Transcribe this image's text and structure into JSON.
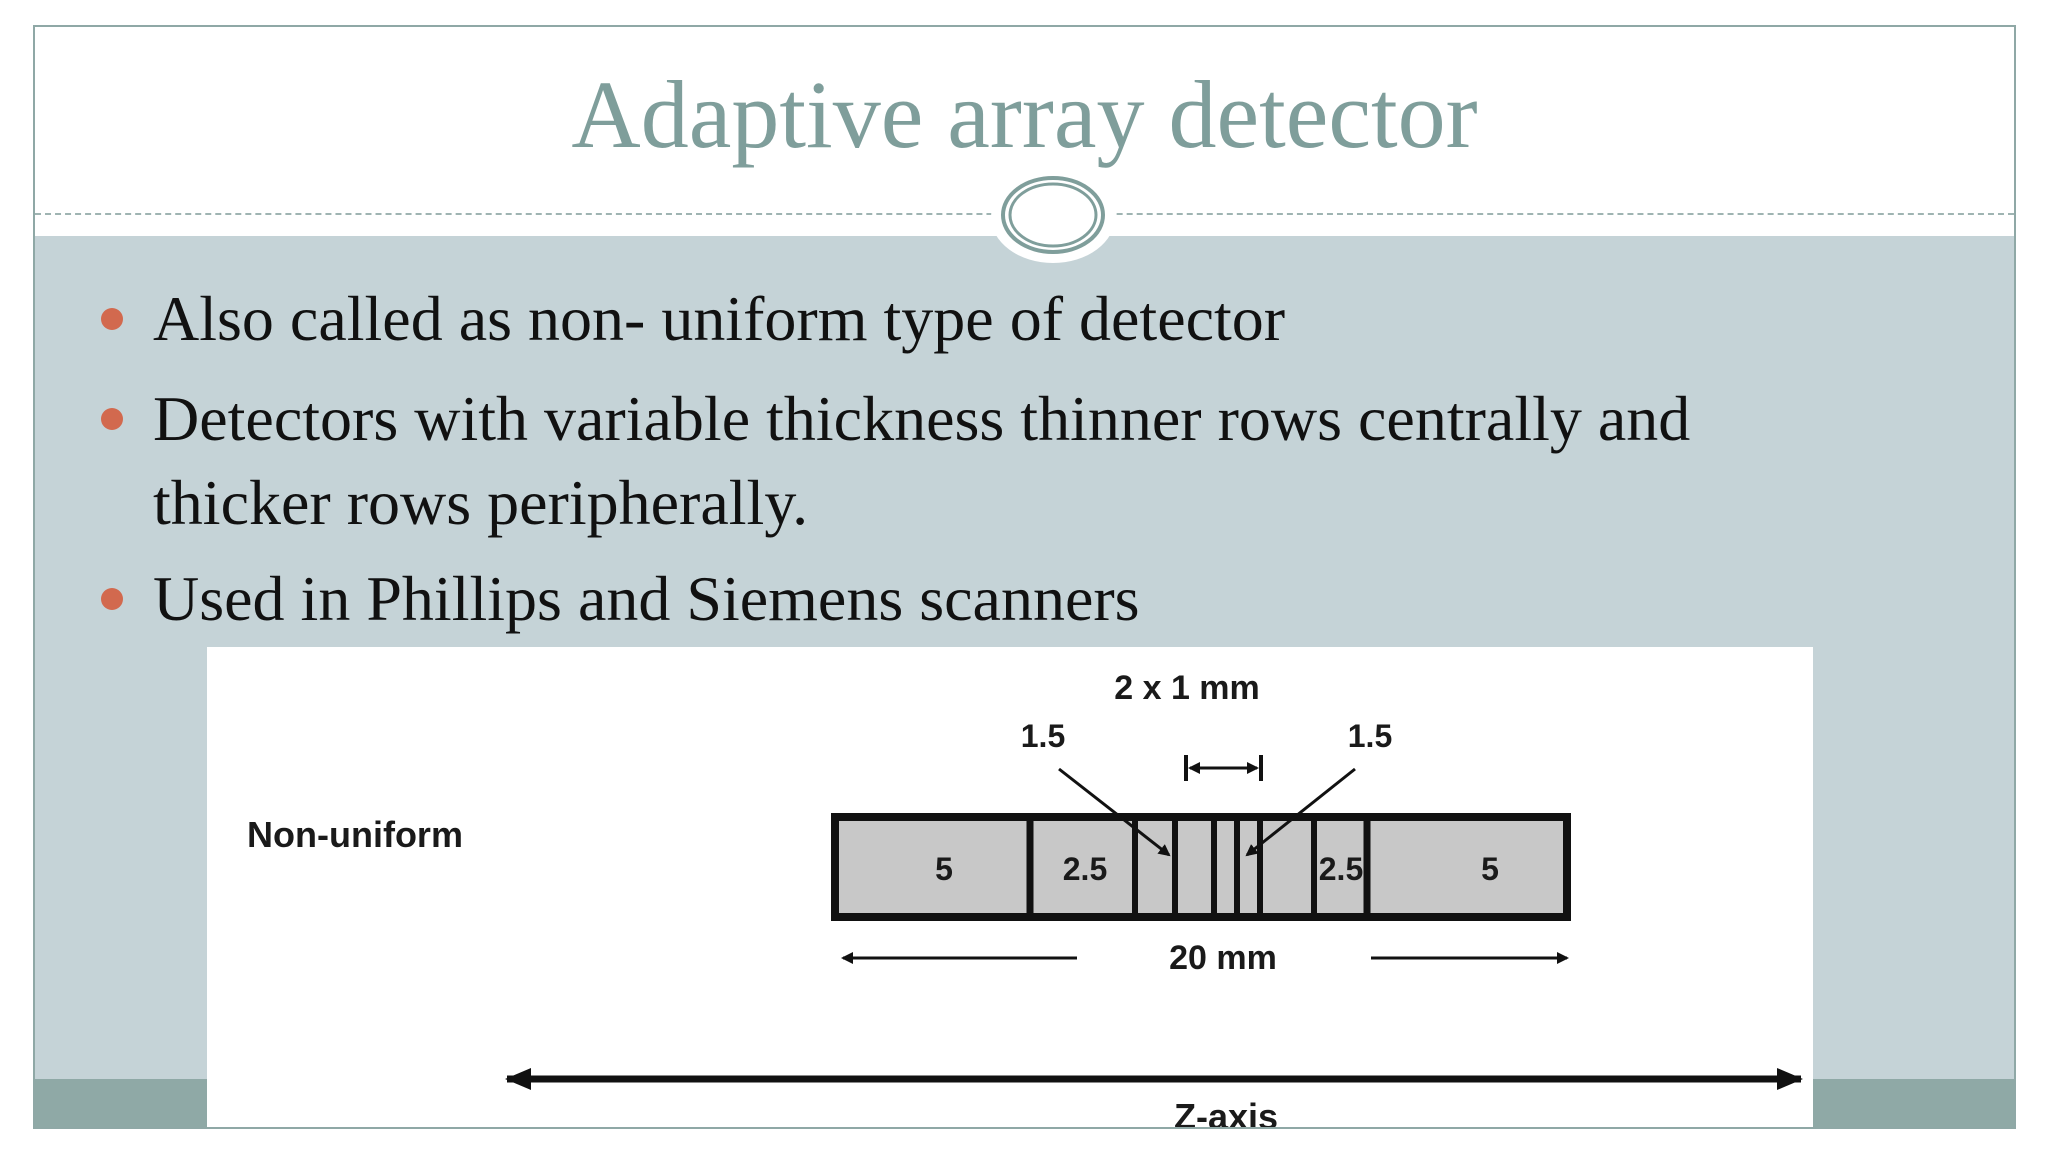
{
  "slide": {
    "title": "Adaptive array detector",
    "bullets": [
      "Also called as non- uniform type of detector",
      "Detectors with variable thickness thinner rows centrally and",
      "thicker rows peripherally.",
      "Used in Phillips and Siemens scanners"
    ]
  },
  "diagram": {
    "row_label": "Non-uniform",
    "top_label": "2 x 1 mm",
    "left_small_label": "1.5",
    "right_small_label": "1.5",
    "cells": [
      "5",
      "2.5",
      "2.5",
      "5"
    ],
    "width_label": "20 mm",
    "axis_label": "Z-axis"
  },
  "colors": {
    "title": "#7f9e9b",
    "content_background": "#c5d3d7",
    "footer_band": "#8fa9a6",
    "bullet": "#d2694e",
    "detector_fill": "#c8c8c8"
  }
}
